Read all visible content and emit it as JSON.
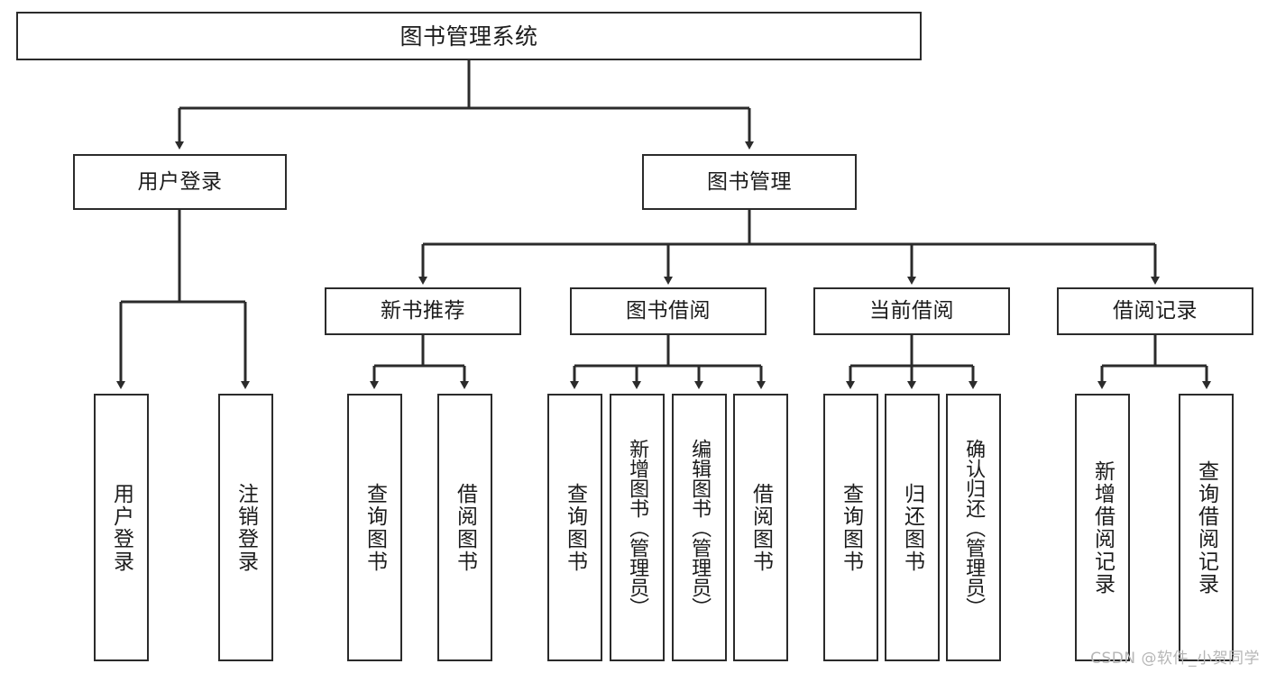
{
  "diagram": {
    "type": "tree",
    "title": "图书管理系统",
    "orientation": "top-down",
    "colors": {
      "background": "#ffffff",
      "node_border": "#2b2b2b",
      "node_fill": "#ffffff",
      "edge": "#2b2b2b",
      "text": "#1c1c1c",
      "watermark": "#b6b6b6"
    }
  },
  "root": {
    "label": "图书管理系统"
  },
  "level1": [
    {
      "label": "用户登录"
    },
    {
      "label": "图书管理"
    }
  ],
  "level2": [
    {
      "label": "新书推荐"
    },
    {
      "label": "图书借阅"
    },
    {
      "label": "当前借阅"
    },
    {
      "label": "借阅记录"
    }
  ],
  "leaves": {
    "user_login": [
      {
        "label": "用户登录"
      },
      {
        "label": "注销登录"
      }
    ],
    "new_book_recommend": [
      {
        "label": "查询图书"
      },
      {
        "label": "借阅图书"
      }
    ],
    "book_borrow": [
      {
        "label": "查询图书"
      },
      {
        "label": "新增图书（管理员）"
      },
      {
        "label": "编辑图书（管理员）"
      },
      {
        "label": "借阅图书"
      }
    ],
    "current_borrow": [
      {
        "label": "查询图书"
      },
      {
        "label": "归还图书"
      },
      {
        "label": "确认归还（管理员）"
      }
    ],
    "borrow_record": [
      {
        "label": "新增借阅记录"
      },
      {
        "label": "查询借阅记录"
      }
    ]
  },
  "watermark": {
    "text": "CSDN @软件_小贺同学"
  }
}
